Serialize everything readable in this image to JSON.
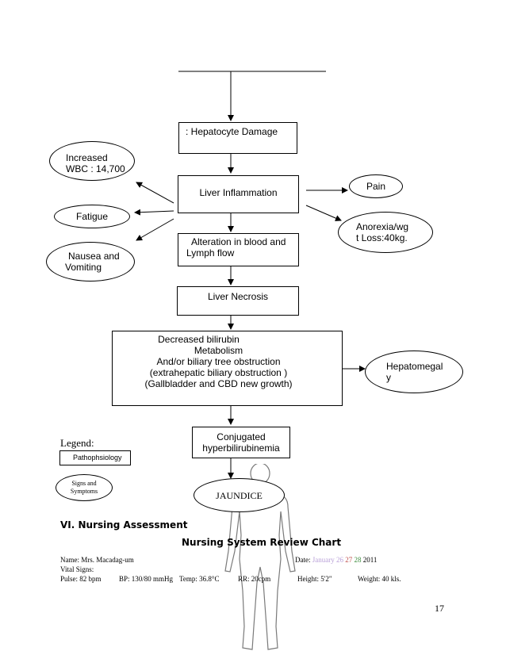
{
  "flow": {
    "hepatocyte": ": Hepatocyte Damage",
    "inflammation": "Liver Inflammation",
    "alteration_line1": "Alteration in blood and",
    "alteration_line2": "Lymph flow",
    "necrosis": "Liver Necrosis",
    "decreased": [
      "Decreased bilirubin",
      "Metabolism",
      "And/or biliary tree obstruction",
      "(extrahepatic biliary obstruction )",
      "(Gallbladder and CBD new growth)"
    ],
    "conjugated_line1": "Conjugated",
    "conjugated_line2": "hyperbilirubinemia",
    "jaundice": "JAUNDICE"
  },
  "signs": {
    "wbc_line1": "Increased",
    "wbc_line2": "WBC : 14,700",
    "fatigue": "Fatigue",
    "nausea_line1": "Nausea and",
    "nausea_line2": "Vomiting",
    "pain": "Pain",
    "anorexia_line1": "Anorexia/wg",
    "anorexia_line2": "t Loss:40kg.",
    "hepatomegaly_line1": "Hepatomegal",
    "hepatomegaly_line2": "y"
  },
  "legend": {
    "title": "Legend:",
    "pathophysiology": "Pathophsiology",
    "signs_line1": "Signs and",
    "signs_line2": "Symptoms"
  },
  "assessment": {
    "section_title": "VI. Nursing Assessment",
    "chart_title": "Nursing System Review Chart",
    "name": "Name:  Mrs. Macadag-um",
    "date_label": "Date:",
    "date_month": "January 26",
    "date_27": "27",
    "date_28": "28",
    "date_year": "2011",
    "vital_signs": "Vital Signs:",
    "pulse": "Pulse: 82 bpm",
    "bp": "BP: 130/80 mmHg",
    "temp": "Temp: 36.8°C",
    "rr": "RR: 20cpm",
    "height": "Height: 5'2\"",
    "weight": "Weight: 40 kls."
  },
  "page_number": "17",
  "colors": {
    "date_month": "#b9a0d8",
    "date_27": "#c0504d",
    "date_28": "#3c8c3c",
    "body_outline": "#7a7a7a"
  }
}
